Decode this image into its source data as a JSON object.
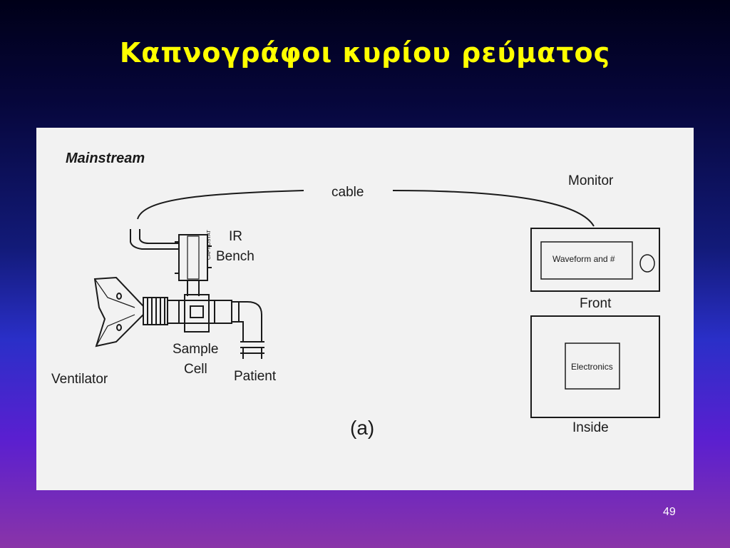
{
  "slide": {
    "title": "Καπνογράφοι κυρίου ρεύματος",
    "number": "49"
  },
  "diagram": {
    "heading": "Mainstream",
    "cable_label": "cable",
    "monitor_label": "Monitor",
    "ir_bench_label_line1": "IR",
    "ir_bench_label_line2": "Bench",
    "ir_bench_device_text": "CAPNOSTAT",
    "sample_cell_label_line1": "Sample",
    "sample_cell_label_line2": "Cell",
    "ventilator_label": "Ventilator",
    "patient_label": "Patient",
    "figure_label": "(a)",
    "front_screen_text": "Waveform and #",
    "front_label": "Front",
    "electronics_text": "Electronics",
    "inside_label": "Inside"
  }
}
